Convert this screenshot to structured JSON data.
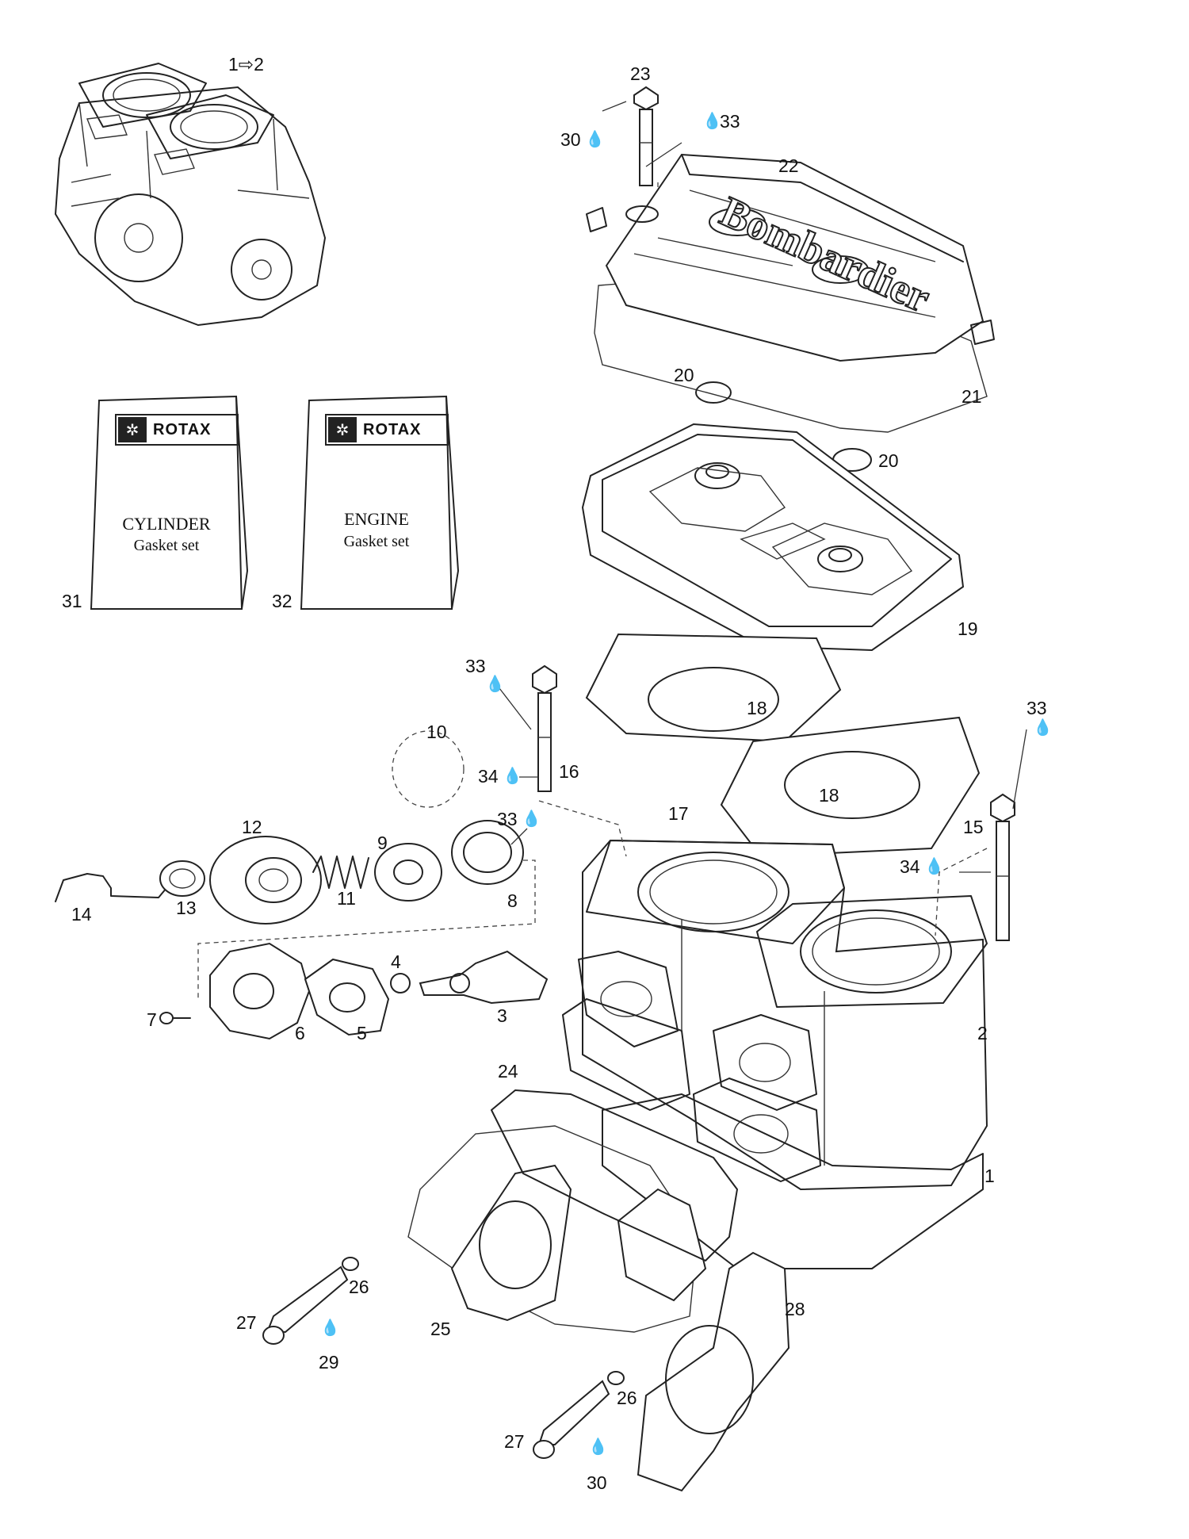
{
  "callouts": {
    "c1to2": "1⇨2",
    "c1": "1",
    "c2": "2",
    "c3": "3",
    "c4": "4",
    "c5": "5",
    "c6": "6",
    "c7": "7",
    "c8": "8",
    "c9": "9",
    "c10": "10",
    "c11": "11",
    "c12": "12",
    "c13": "13",
    "c14": "14",
    "c15": "15",
    "c16": "16",
    "c17": "17",
    "c18a": "18",
    "c18b": "18",
    "c19": "19",
    "c20a": "20",
    "c20b": "20",
    "c21": "21",
    "c22": "22",
    "c23": "23",
    "c24": "24",
    "c25": "25",
    "c26a": "26",
    "c26b": "26",
    "c27a": "27",
    "c27b": "27",
    "c28": "28",
    "c29": "29",
    "c30a": "30",
    "c30b": "30",
    "c31": "31",
    "c32": "32",
    "c33a": "33",
    "c33b": "33",
    "c33c": "33",
    "c33d": "33",
    "c34a": "34",
    "c34b": "34"
  },
  "kits": {
    "cylinder": {
      "brand": "ROTAX",
      "title": "CYLINDER",
      "subtitle": "Gasket set"
    },
    "engine": {
      "brand": "ROTAX",
      "title": "ENGINE",
      "subtitle": "Gasket set"
    }
  },
  "head_text": "Bombardier",
  "icons": {
    "drop": "oil-drop-icon",
    "gear": "rotax-gear-icon"
  }
}
